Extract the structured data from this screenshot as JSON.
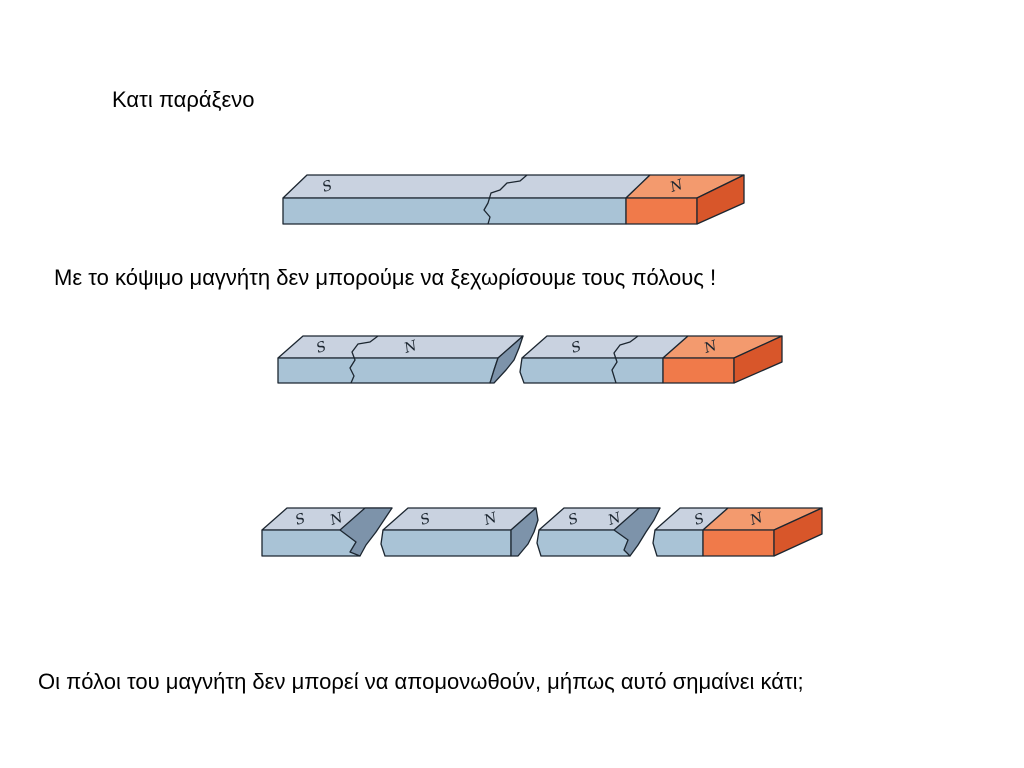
{
  "title": "Κατι παράξενο",
  "caption_1": "Με το κόψιμο μαγνήτη δεν μπορούμε να ξεχωρίσουμε τους πόλους !",
  "caption_2": "Οι πόλοι του μαγνήτη δεν μπορεί να απομονωθούν, μήπως αυτό σημαίνει κάτι;",
  "poles": {
    "south": "S",
    "north": "N"
  },
  "colors": {
    "south_top": "#c9d2e0",
    "south_front": "#a9c3d6",
    "break_face": "#7d93aa",
    "north_top": "#f39a6e",
    "north_front": "#f07a4a",
    "north_end": "#d8562a",
    "outline": "#1c2630"
  }
}
